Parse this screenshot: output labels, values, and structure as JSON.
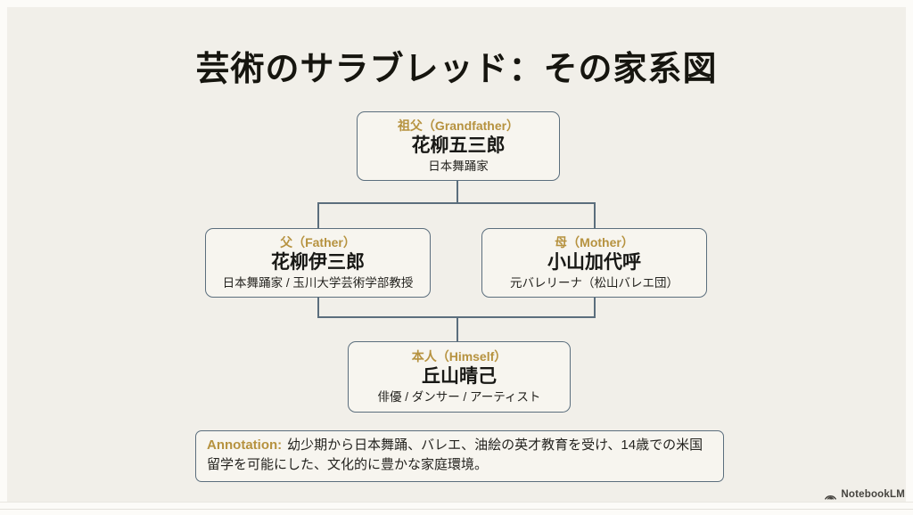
{
  "slide": {
    "title": "芸術のサラブレッド：その家系図",
    "diagram_type": "family-tree",
    "nodes": [
      {
        "id": "grandfather",
        "role": "祖父（Grandfather）",
        "name": "花柳五三郎",
        "desc": "日本舞踊家"
      },
      {
        "id": "father",
        "role": "父（Father）",
        "name": "花柳伊三郎",
        "desc": "日本舞踊家 / 玉川大学芸術学部教授"
      },
      {
        "id": "mother",
        "role": "母（Mother）",
        "name": "小山加代呼",
        "desc": "元バレリーナ（松山バレエ団）"
      },
      {
        "id": "self",
        "role": "本人（Himself）",
        "name": "丘山晴己",
        "desc": "俳優 / ダンサー / アーティスト"
      }
    ],
    "edges": [
      [
        "grandfather",
        "father"
      ],
      [
        "grandfather",
        "mother"
      ],
      [
        "father",
        "self"
      ],
      [
        "mother",
        "self"
      ]
    ],
    "annotation": {
      "label": "Annotation:",
      "text": "幼少期から日本舞踊、バレエ、油絵の英才教育を受け、14歳での米国留学を可能にした、文化的に豊かな家庭環境。"
    },
    "watermark": {
      "brand": "NotebookLM"
    },
    "colors": {
      "background": "#f1efe9",
      "box_fill": "#f7f5ef",
      "box_border": "#5b6e7d",
      "accent_gold": "#b6923f",
      "text": "#1c1b19"
    }
  }
}
